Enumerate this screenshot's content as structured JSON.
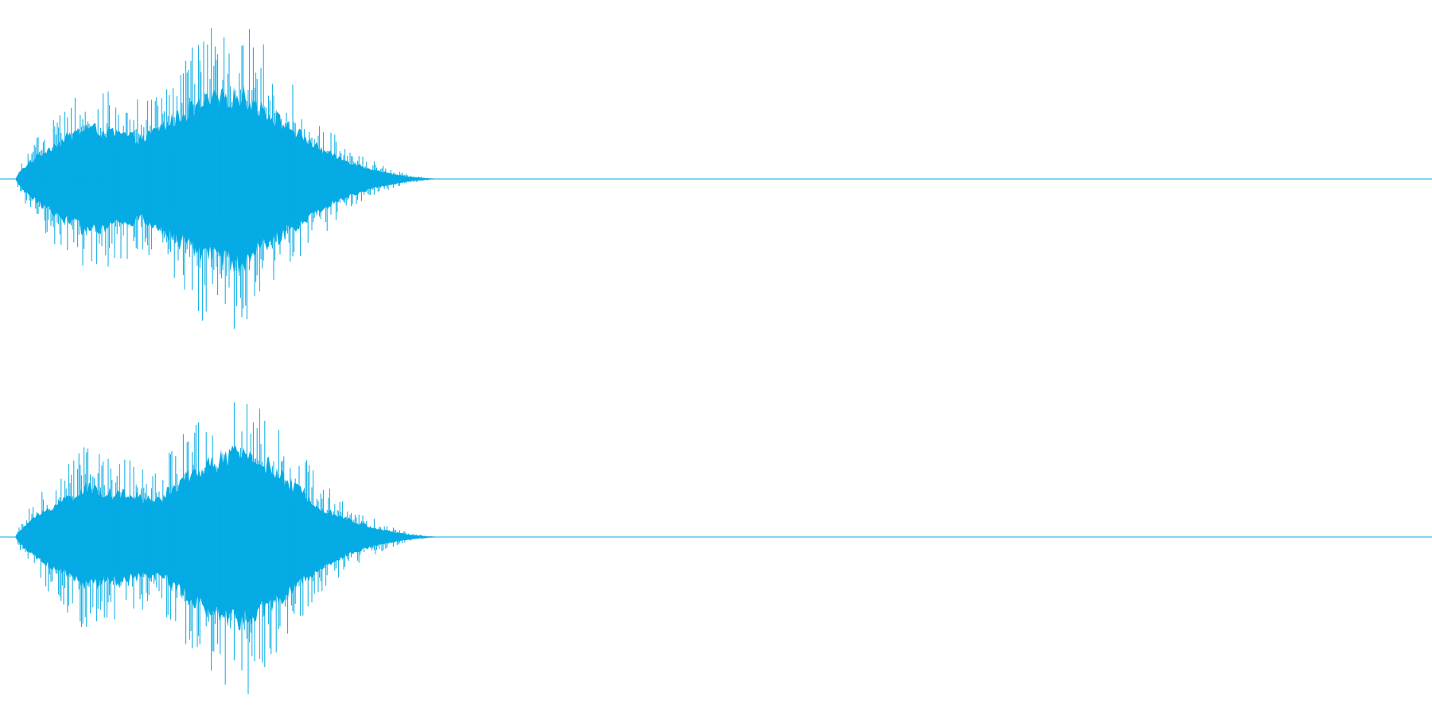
{
  "waveform": {
    "color": "#05ABE4",
    "background": "#FFFFFF",
    "channels": [
      {
        "name": "left",
        "envelope": {
          "onset": 0.011,
          "swell_peak": 0.06,
          "mid_dip": 0.1,
          "main_peak": 0.17,
          "release": 0.225,
          "tail_end": 0.315,
          "peak_level": 1.0,
          "swell_level": 0.62,
          "dip_level": 0.48
        }
      },
      {
        "name": "right",
        "envelope": {
          "onset": 0.011,
          "swell_peak": 0.06,
          "mid_dip": 0.11,
          "main_peak": 0.175,
          "release": 0.225,
          "tail_end": 0.315,
          "peak_level": 1.0,
          "swell_level": 0.58,
          "dip_level": 0.44
        }
      }
    ]
  }
}
